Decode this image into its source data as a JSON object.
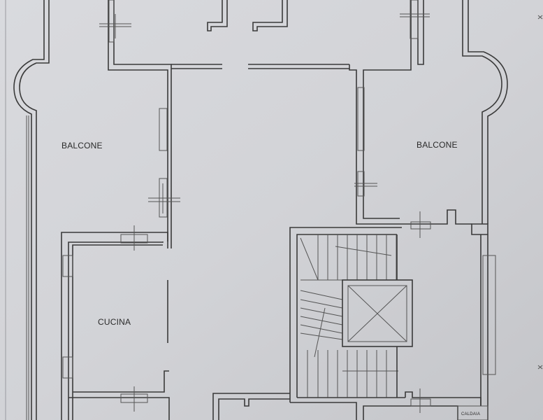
{
  "plan": {
    "rooms": [
      {
        "id": "balcone_left",
        "label": "BALCONE"
      },
      {
        "id": "balcone_right",
        "label": "BALCONE"
      },
      {
        "id": "cucina",
        "label": "CUCINA"
      },
      {
        "id": "caldaia",
        "label": "CALDAIA"
      }
    ]
  }
}
